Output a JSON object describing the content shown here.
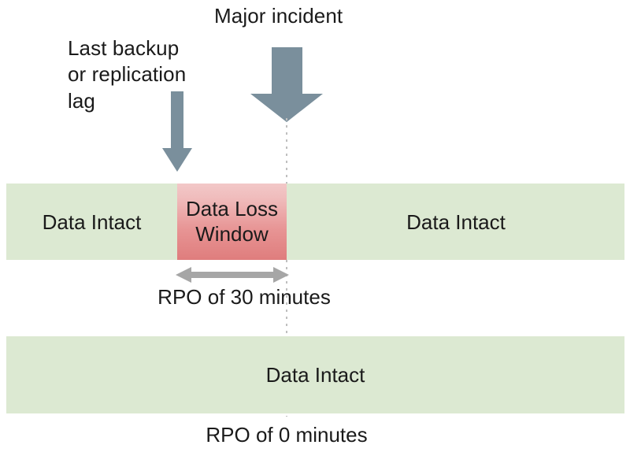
{
  "diagram": {
    "title_text": "Major incident",
    "source_label": "Last backup\nor replication\nlag",
    "colors": {
      "intact_green": "#dce9d2",
      "loss_red_top": "#f2c8c8",
      "loss_red_bottom": "#df7d7d",
      "arrow_slate": "#7a8f9c",
      "measure_gray": "#a6a6a6",
      "dotted_gray": "#bfbfbf",
      "text_black": "#1a1a1a",
      "background": "#ffffff"
    },
    "top_timeline": {
      "segments": [
        {
          "id": "data-intact-left",
          "label": "Data Intact",
          "state": "intact"
        },
        {
          "id": "data-loss-window",
          "label": "Data Loss\nWindow",
          "state": "lost"
        },
        {
          "id": "data-intact-right",
          "label": "Data Intact",
          "state": "intact"
        }
      ],
      "rpo_label": "RPO of 30 minutes",
      "rpo_minutes": 30
    },
    "bottom_timeline": {
      "segments": [
        {
          "id": "data-intact-bottom",
          "label": "Data Intact",
          "state": "intact"
        }
      ],
      "rpo_label": "RPO of 0 minutes",
      "rpo_minutes": 0
    },
    "annotations": {
      "last_backup_arrow": "down-arrow-icon",
      "major_incident_arrow": "down-arrow-icon",
      "incident_line": "dotted-vertical-line",
      "rpo_measure": "double-headed-arrow-icon"
    }
  }
}
